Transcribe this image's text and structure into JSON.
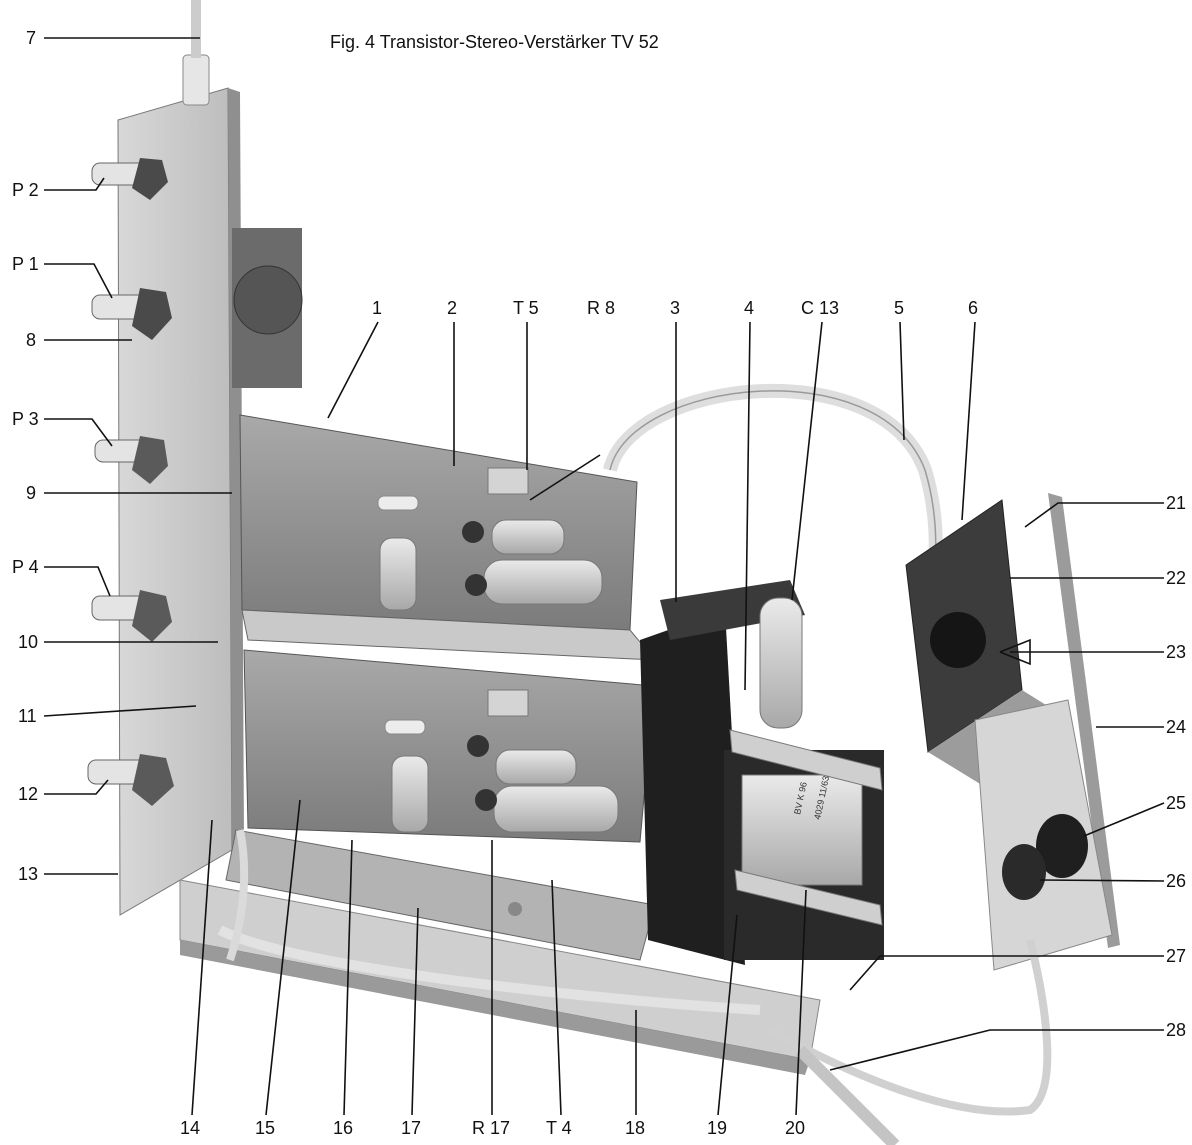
{
  "title": "Fig. 4   Transistor-Stereo-Verstärker TV 52",
  "labels": {
    "l7": "7",
    "lP2": "P 2",
    "lP1": "P 1",
    "l8": "8",
    "lP3": "P 3",
    "l9": "9",
    "lP4": "P 4",
    "l10": "10",
    "l11": "11",
    "l12": "12",
    "l13": "13",
    "t1": "1",
    "t2": "2",
    "tT5": "T 5",
    "tR8": "R 8",
    "t3": "3",
    "t4": "4",
    "tC13": "C 13",
    "t5": "5",
    "t6": "6",
    "r21": "21",
    "r22": "22",
    "r23": "23",
    "r24": "24",
    "r25": "25",
    "r26": "26",
    "r27": "27",
    "r28": "28",
    "b14": "14",
    "b15": "15",
    "b16": "16",
    "b17": "17",
    "bR17": "R 17",
    "bT4": "T 4",
    "b18": "18",
    "b19": "19",
    "b20": "20"
  },
  "print": {
    "transformer_marking": "BV K 96",
    "transformer_code": "4029 11/63"
  }
}
